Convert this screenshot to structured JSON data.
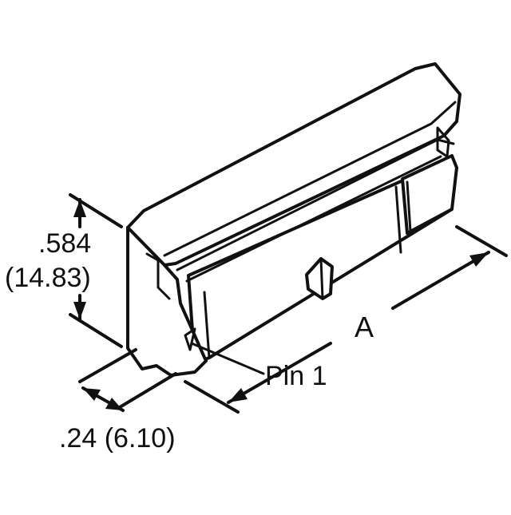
{
  "dimensions": {
    "height_in": ".584",
    "height_mm": "(14.83)",
    "width": ".24 (6.10)",
    "length": "A"
  },
  "callouts": {
    "pin": "Pin 1"
  },
  "colors": {
    "ink": "#111111",
    "paper": "#ffffff"
  }
}
